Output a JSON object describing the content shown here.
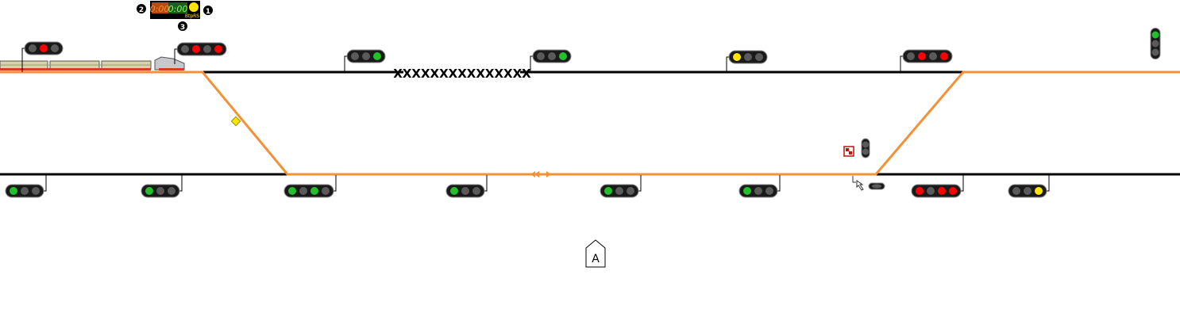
{
  "track_label": "XXXXXXXXXXXXXXX",
  "station_marker": "A",
  "display_panel": {
    "left_value": "0:00",
    "right_value": "0:00",
    "sub_label": "BtpRS",
    "badge_1": "1",
    "badge_2": "2",
    "badge_3": "3"
  },
  "colors": {
    "route": "#f39137",
    "track": "#000000",
    "signal_red": "#ff0000",
    "signal_green": "#22c02a",
    "signal_yellow": "#ffe600",
    "signal_off": "#5a5a5a"
  },
  "signals": [
    {
      "name": "signal-top-1",
      "lamps": [
        "off",
        "red",
        "off"
      ]
    },
    {
      "name": "signal-top-2",
      "lamps": [
        "off",
        "red",
        "off",
        "red"
      ]
    },
    {
      "name": "signal-top-3",
      "lamps": [
        "off",
        "off",
        "green"
      ]
    },
    {
      "name": "signal-top-4",
      "lamps": [
        "off",
        "off",
        "green"
      ]
    },
    {
      "name": "signal-top-5",
      "lamps": [
        "yellow",
        "off",
        "off"
      ]
    },
    {
      "name": "signal-top-6",
      "lamps": [
        "off",
        "red",
        "off",
        "red"
      ]
    },
    {
      "name": "signal-top-7-vertical",
      "lamps": [
        "green",
        "off",
        "off"
      ]
    },
    {
      "name": "signal-bottom-1",
      "lamps": [
        "green",
        "off",
        "off"
      ]
    },
    {
      "name": "signal-bottom-2",
      "lamps": [
        "green",
        "off",
        "off"
      ]
    },
    {
      "name": "signal-bottom-3",
      "lamps": [
        "green",
        "off",
        "green",
        "off"
      ]
    },
    {
      "name": "signal-bottom-4",
      "lamps": [
        "green",
        "off",
        "off"
      ]
    },
    {
      "name": "signal-bottom-5",
      "lamps": [
        "green",
        "off",
        "off"
      ]
    },
    {
      "name": "signal-bottom-6",
      "lamps": [
        "green",
        "off",
        "off"
      ]
    },
    {
      "name": "signal-bottom-7",
      "lamps": [
        "red",
        "off",
        "red",
        "red"
      ]
    },
    {
      "name": "signal-bottom-8",
      "lamps": [
        "off",
        "off",
        "yellow"
      ]
    },
    {
      "name": "signal-shunt-vertical",
      "lamps": [
        "off",
        "off"
      ]
    },
    {
      "name": "signal-shunt-small",
      "lamps": [
        "off"
      ]
    }
  ]
}
